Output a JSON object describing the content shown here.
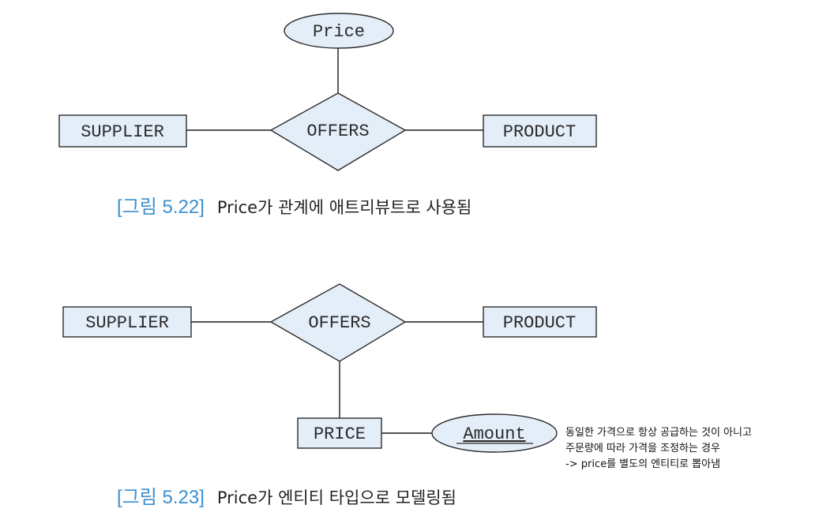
{
  "figure_522": {
    "attribute": "Price",
    "relationship": "OFFERS",
    "entity_left": "SUPPLIER",
    "entity_right": "PRODUCT",
    "caption_number": "[그림 5.22]",
    "caption_text": "Price가 관계에 애트리뷰트로 사용됨"
  },
  "figure_523": {
    "relationship": "OFFERS",
    "entity_left": "SUPPLIER",
    "entity_right": "PRODUCT",
    "entity_bottom": "PRICE",
    "attribute_key": "Amount",
    "caption_number": "[그림 5.23]",
    "caption_text": "Price가 엔티티 타입으로 모델링됨"
  },
  "annotation": {
    "line1": "동일한 가격으로 항상 공급하는 것이 아니고",
    "line2": "주문량에 따라 가격을 조정하는 경우",
    "line3": "-> price를 별도의 엔티티로 뽑아냄"
  }
}
